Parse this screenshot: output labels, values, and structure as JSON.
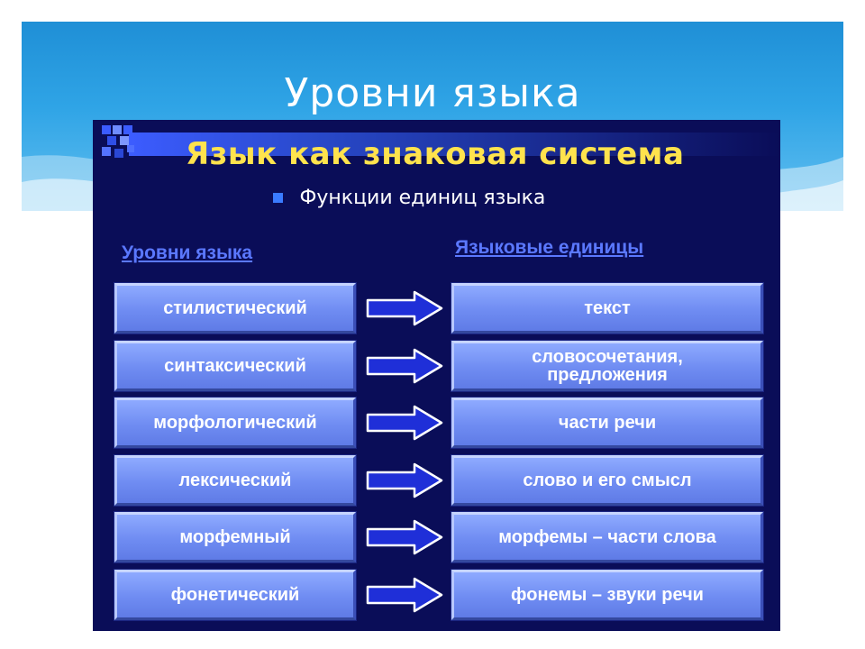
{
  "slide": {
    "title": "Уровни языка"
  },
  "panel": {
    "title": "Язык как знаковая система",
    "bullet": "Функции единиц языка",
    "left_heading": "Уровни языка",
    "right_heading": "Языковые единицы",
    "rows": [
      {
        "level": "стилистический",
        "unit": "текст"
      },
      {
        "level": "синтаксический",
        "unit": "словосочетания,\nпредложения"
      },
      {
        "level": "морфологический",
        "unit": "части речи"
      },
      {
        "level": "лексический",
        "unit": "слово и его смысл"
      },
      {
        "level": "морфемный",
        "unit": "морфемы – части слова"
      },
      {
        "level": "фонетический",
        "unit": "фонемы – звуки речи"
      }
    ]
  },
  "colors": {
    "header_blue": "#2fa4e6",
    "panel_navy": "#0a0d58",
    "title_yellow": "#ffe34d",
    "heading_blue": "#5b78ff",
    "box_blue": "#7a96f8",
    "arrow_blue": "#1f2fd8"
  },
  "icons": {
    "bullet": "square-bullet-icon",
    "arrow": "right-arrow-icon"
  }
}
